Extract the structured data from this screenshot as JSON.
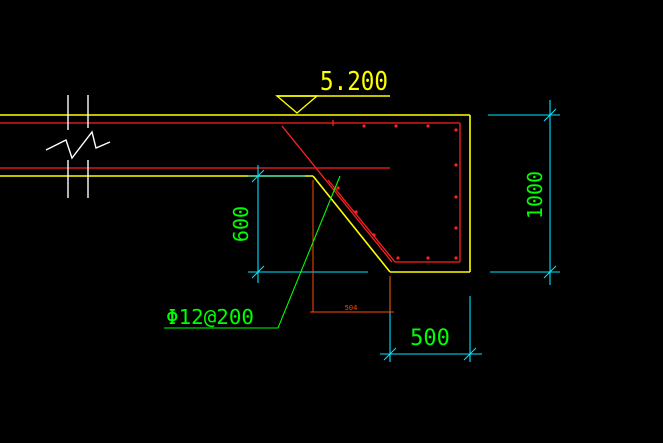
{
  "drawing": {
    "elevation_label": "5.200",
    "height_label_1000": "1000",
    "height_label_600": "600",
    "width_label_500": "500",
    "small_dim_label": "504",
    "rebar_label": "Φ12@200"
  },
  "colors": {
    "background": "#000000",
    "concrete_outline": "#ffff00",
    "rebar": "#ff2020",
    "dimension": "#00e5ff",
    "annotation_text": "#00ff00",
    "elevation_text": "#ffff00",
    "small_dim": "#ff4a00",
    "break_symbol": "#ffffff"
  }
}
